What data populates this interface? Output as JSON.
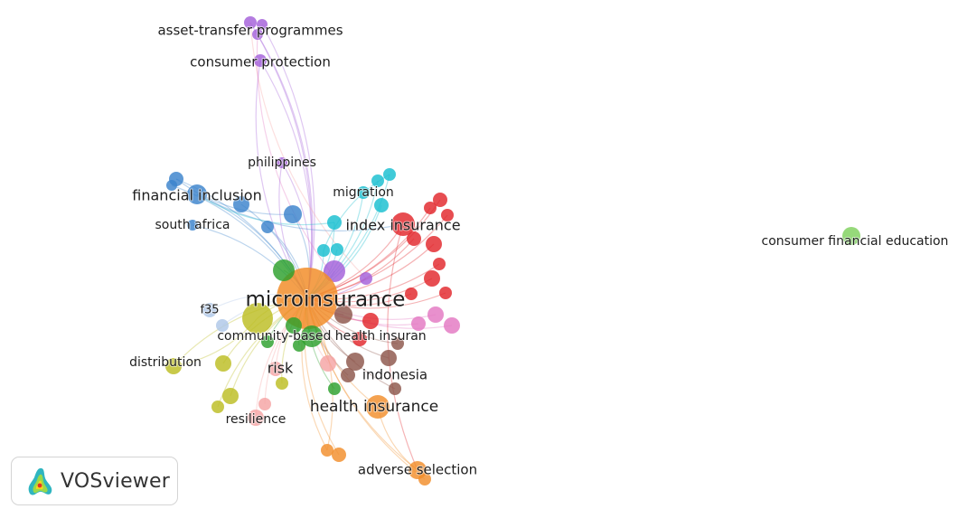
{
  "app": {
    "name": "VOSviewer",
    "logo_icon": "vosviewer-logo-icon"
  },
  "network": {
    "clusters": {
      "red": "#e2262b",
      "green": "#2ca02c",
      "blue": "#3b83cc",
      "yellow": "#bcbd22",
      "purple": "#a35fd9",
      "cyan": "#17becf",
      "orange": "#f28e2b",
      "brown": "#8c564b",
      "pink": "#e377c2",
      "salmon": "#f5a3a3",
      "lightblue": "#aec7e8",
      "lightgreen": "#7fd15d"
    },
    "labeled_items": [
      "asset-transfer programmes",
      "consumer protection",
      "philippines",
      "financial inclusion",
      "migration",
      "south africa",
      "index insurance",
      "microinsurance",
      "f35",
      "community-based health insuran",
      "distribution",
      "risk",
      "indonesia",
      "health insurance",
      "resilience",
      "adverse selection",
      "consumer financial education"
    ]
  }
}
